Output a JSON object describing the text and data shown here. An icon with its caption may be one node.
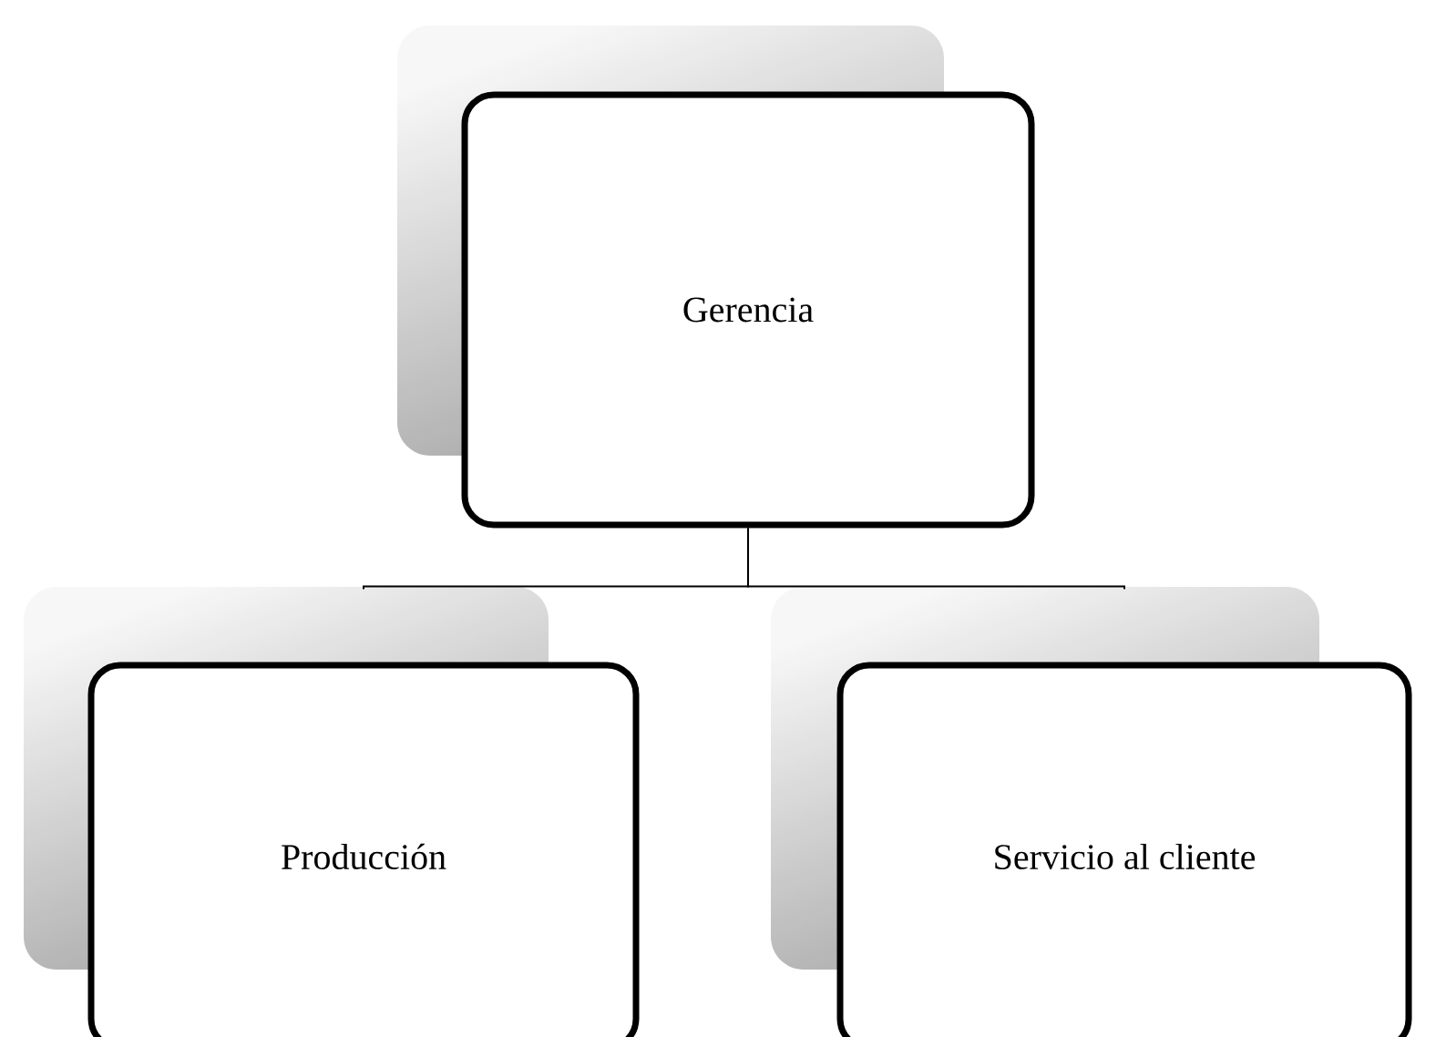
{
  "diagram": {
    "nodes": [
      {
        "text": [
          "Gerencia"
        ]
      },
      {
        "text": [
          "Producción"
        ]
      },
      {
        "text": [
          "Servicio al cliente"
        ]
      }
    ],
    "edges": [
      {
        "from": 0,
        "to": 1,
        "arrow": "none"
      },
      {
        "from": 0,
        "to": 2,
        "arrow": "none"
      }
    ]
  }
}
